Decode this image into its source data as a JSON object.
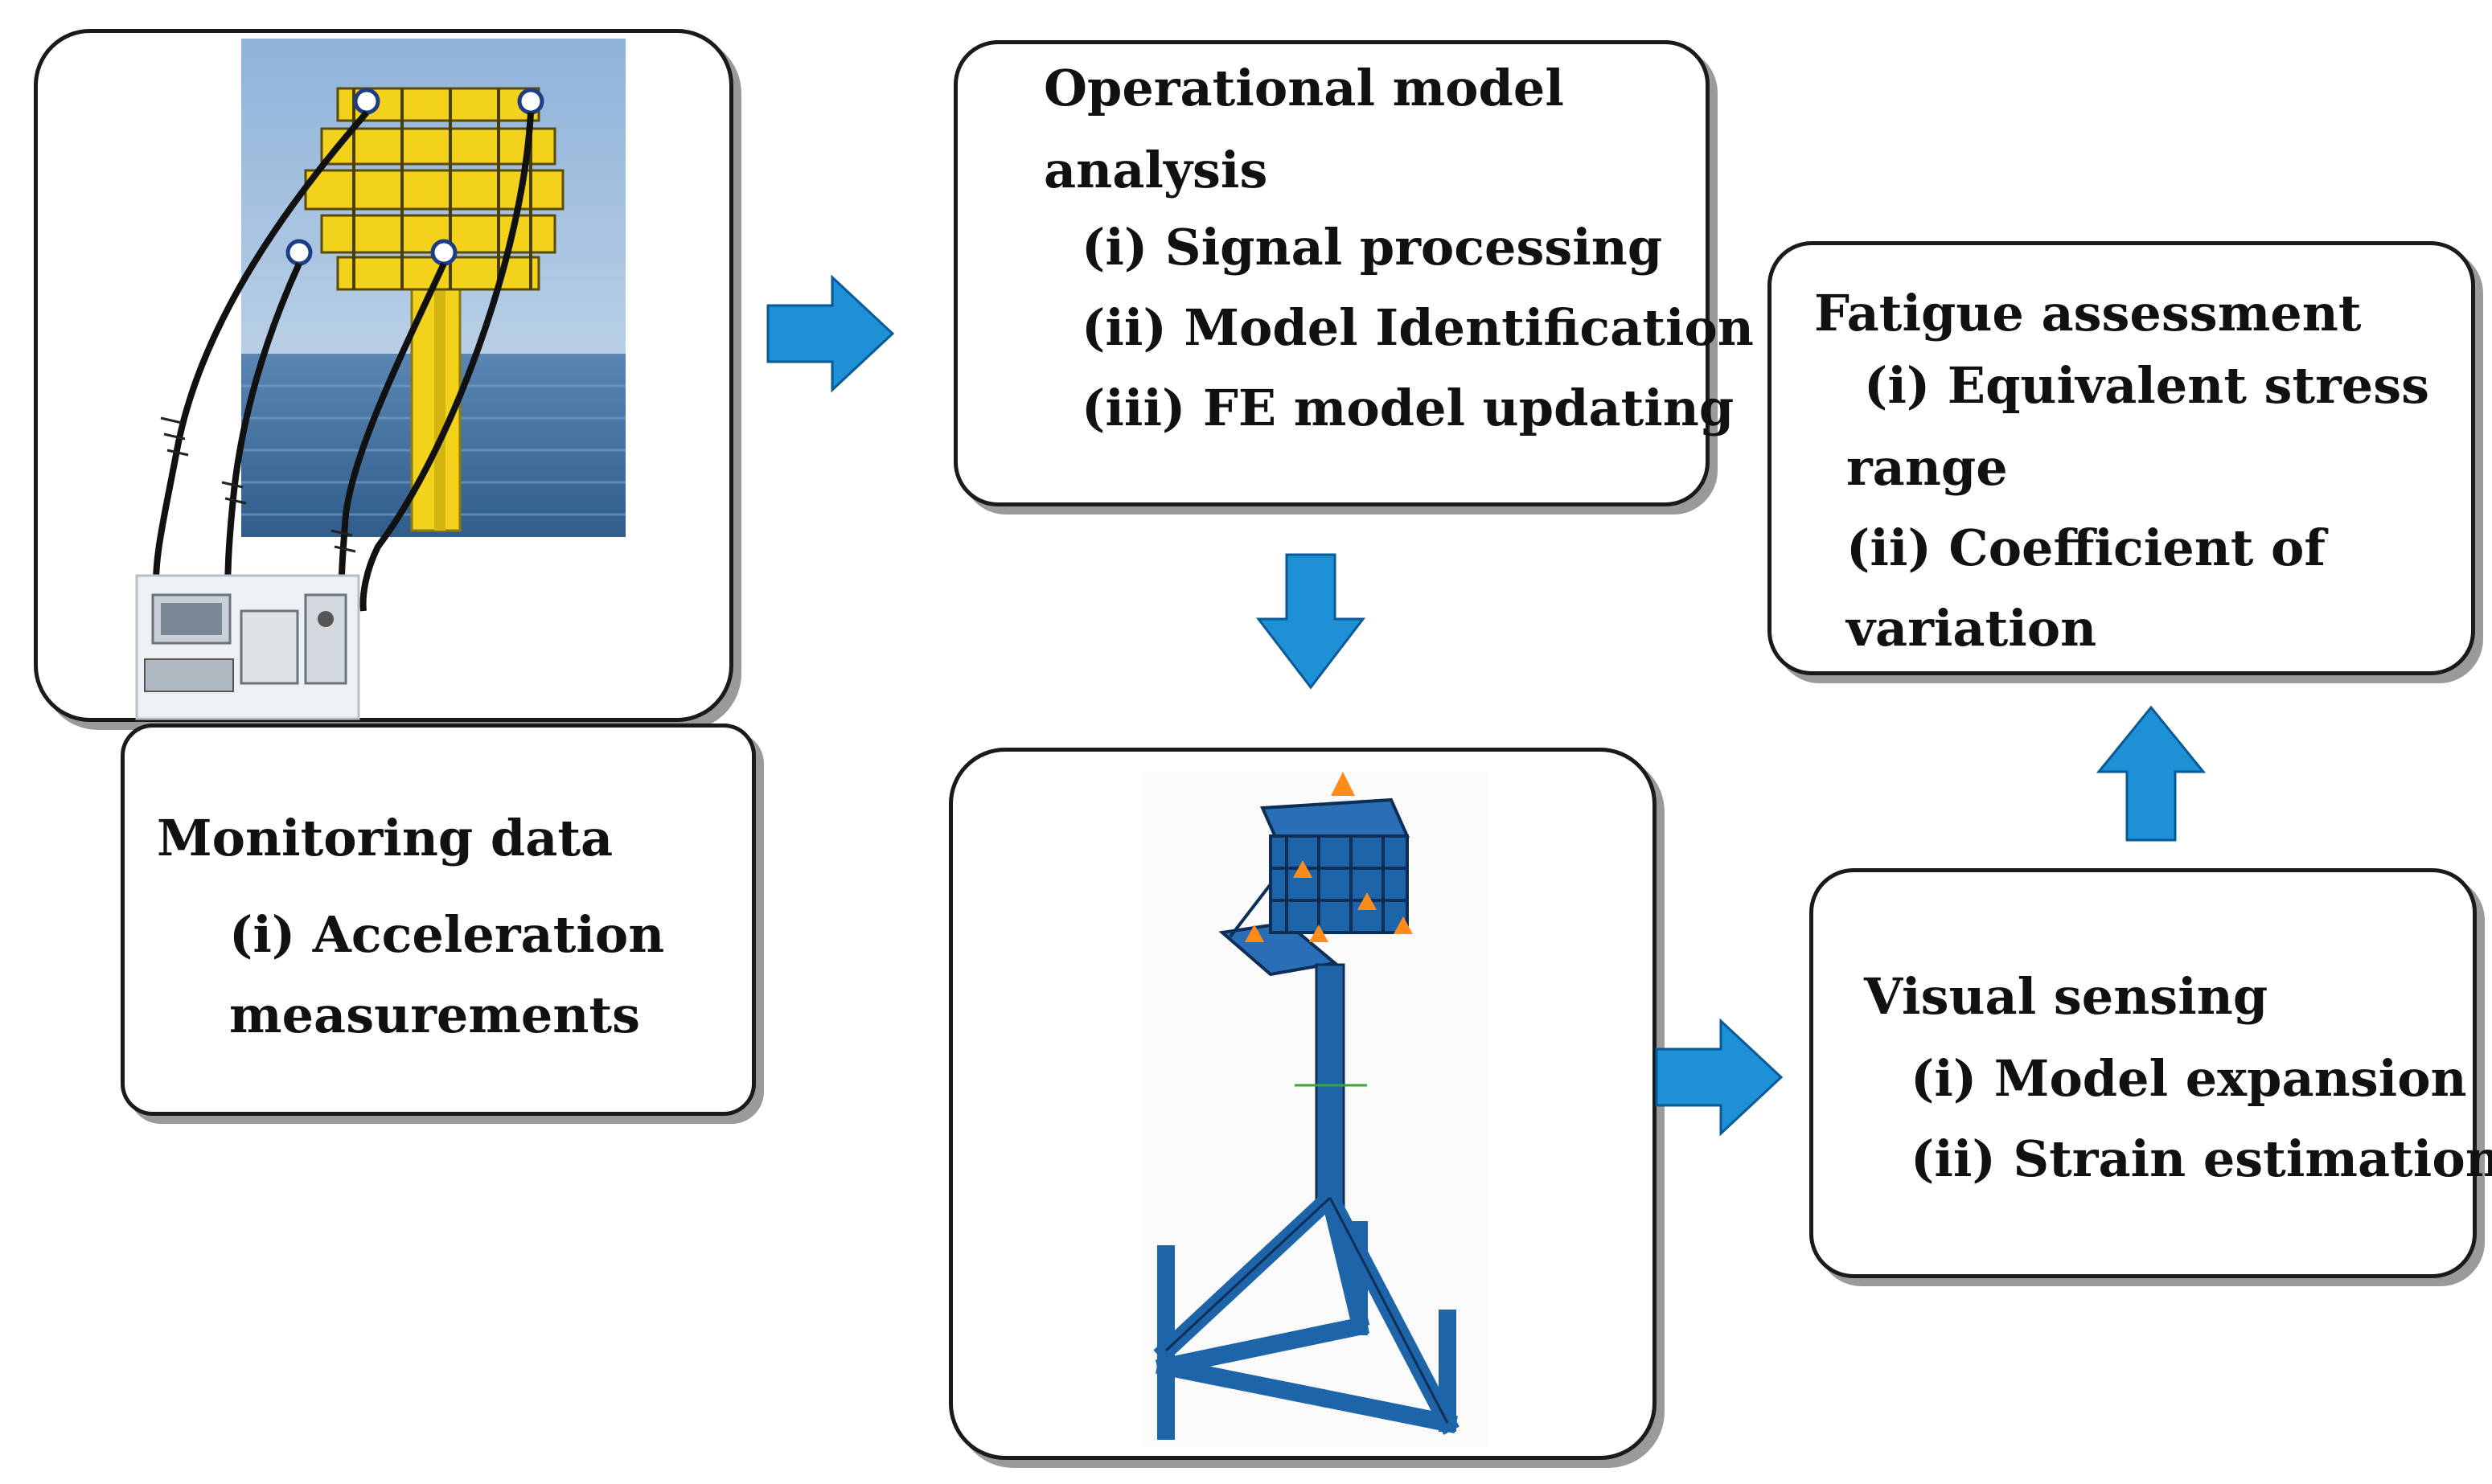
{
  "monitoring": {
    "title": "Monitoring data",
    "item1a": "(i) Acceleration",
    "item1b": "measurements"
  },
  "oma": {
    "title1": "Operational model",
    "title2": "analysis",
    "item1": "(i) Signal processing",
    "item2": "(ii) Model Identification",
    "item3": "(iii) FE model updating"
  },
  "fatigue": {
    "title": "Fatigue assessment",
    "item1a": "(i) Equivalent stress",
    "item1b": "range",
    "item2a": "(ii) Coefficient of",
    "item2b": "variation"
  },
  "visual": {
    "title": "Visual sensing",
    "item1": "(i) Model expansion",
    "item2": "(ii) Strain estimation"
  },
  "colors": {
    "arrow": "#1e90d6",
    "platform_yellow": "#f2d21b",
    "fe_blue": "#1e64a8",
    "sea": "#3e6f9e",
    "box_border": "#1a1a1a"
  },
  "icons": {
    "flow_arrows": "block-arrow-icon",
    "photo": "offshore-platform-illustration",
    "fe_model": "fe-model-illustration"
  }
}
